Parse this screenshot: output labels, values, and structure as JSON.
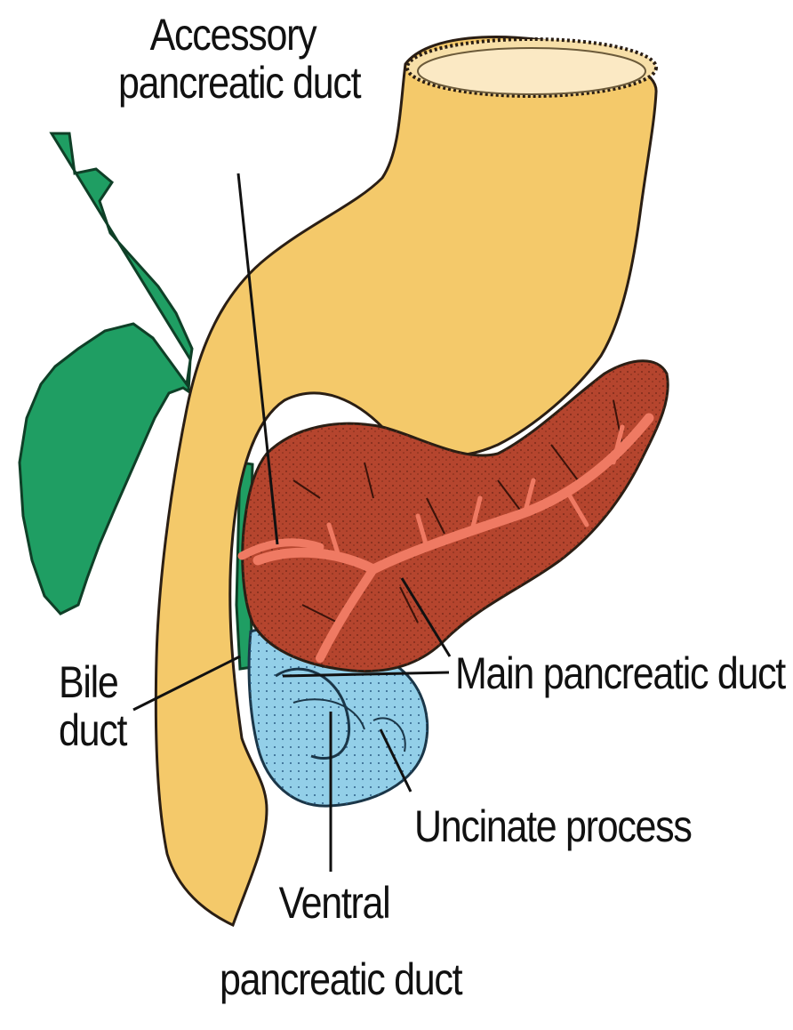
{
  "labels": {
    "accessory_line1": "Accessory",
    "accessory_line2": "pancreatic duct",
    "bile_line1": "Bile",
    "bile_line2": "duct",
    "main_duct": "Main pancreatic duct",
    "uncinate": "Uncinate process",
    "ventral_line1": "Ventral",
    "ventral_line2": "pancreatic duct"
  },
  "colors": {
    "duodenum": "#f4c96a",
    "pancreas": "#b5452e",
    "duct": "#ef7a63",
    "gallbladder": "#1f9e63",
    "uncinate": "#93cfe8",
    "outline": "#2a1e14"
  }
}
